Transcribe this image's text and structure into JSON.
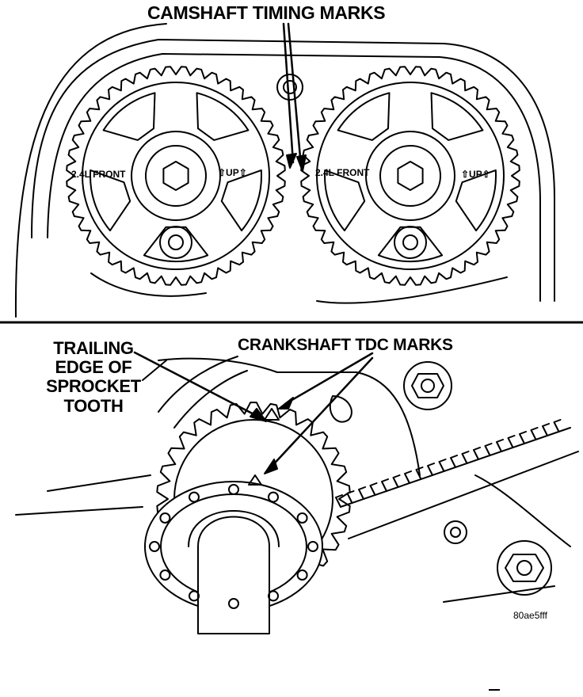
{
  "labels": {
    "camshaft_timing_marks": "CAMSHAFT TIMING MARKS",
    "crankshaft_tdc_marks": "CRANKSHAFT TDC MARKS",
    "trailing_edge_lines": [
      "TRAILING",
      "EDGE OF",
      "SPROCKET",
      "TOOTH"
    ],
    "figure_code": "80ae5fff"
  },
  "sprocket_markings": {
    "left_front": "2.4L FRONT",
    "left_up": "⇧UP⇧",
    "right_front": "2.4L FRONT",
    "right_up": "⇧UP⇧"
  },
  "colors": {
    "ink": "#000000",
    "paper": "#ffffff"
  }
}
